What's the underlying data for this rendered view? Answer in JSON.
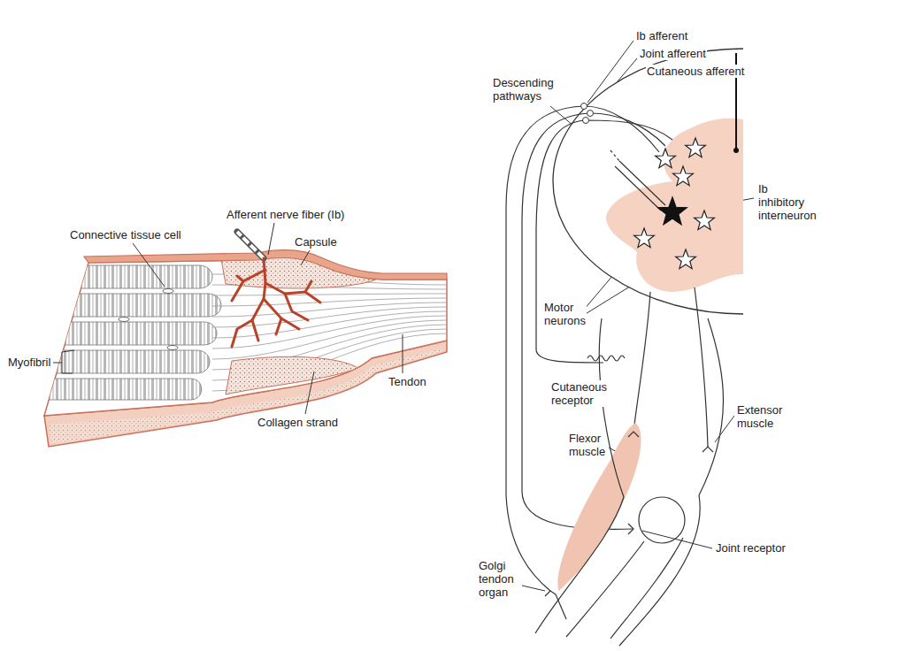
{
  "diagram": {
    "labels": [
      "Ib afferent",
      "Joint afferent",
      "Cutaneous afferent",
      "Descending pathways",
      "Ib inhibitory interneuron",
      "Afferent nerve fiber (Ib)",
      "Connective tissue cell",
      "Capsule",
      "Motor neurons",
      "Myofibril",
      "Tendon",
      "Cutaneous receptor",
      "Collagen strand",
      "Extensor muscle",
      "Flexor muscle",
      "Joint receptor",
      "Golgi tendon organ"
    ]
  }
}
